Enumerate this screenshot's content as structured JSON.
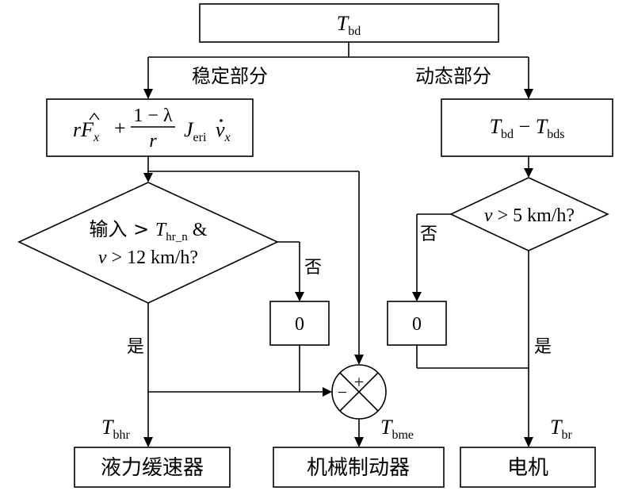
{
  "top_block": {
    "var": "T",
    "sub": "bd"
  },
  "branches": {
    "stable": "稳定部分",
    "dynamic": "动态部分"
  },
  "stable_block": {
    "prefix": "rF",
    "sub_x": "x",
    "plus": "+",
    "frac_num": "1 − λ",
    "frac_den": "r",
    "J": "J",
    "J_sub": "eri",
    "v": "v",
    "v_sub": "x"
  },
  "dynamic_block": {
    "a": "T",
    "a_sub": "bd",
    "minus": "−",
    "b": "T",
    "b_sub": "bds"
  },
  "decision_left": {
    "line1_text": "输入 > ",
    "line1_var": "T",
    "line1_sub": "hr_n",
    "line1_amp": " &",
    "line2_var": "v",
    "line2_rest": " > 12 km/h?"
  },
  "decision_right": {
    "var": "v",
    "rest": " > 5 km/h?"
  },
  "labels": {
    "no": "否",
    "yes": "是",
    "zero": "0"
  },
  "summing": {
    "plus": "+",
    "minus": "−"
  },
  "outputs": {
    "left": {
      "var": "T",
      "sub": "bhr",
      "name": "液力缓速器"
    },
    "middle": {
      "var": "T",
      "sub": "bme",
      "name": "机械制动器"
    },
    "right": {
      "var": "T",
      "sub": "br",
      "name": "电机"
    }
  }
}
